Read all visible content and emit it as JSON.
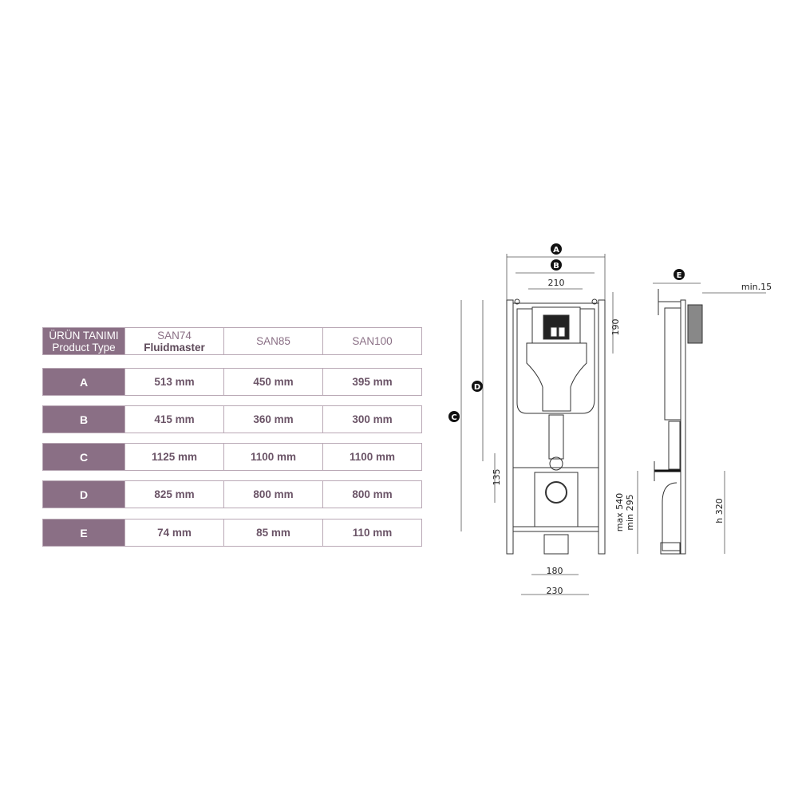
{
  "table": {
    "header": {
      "label_tr": "ÜRÜN TANIMI",
      "label_en": "Product Type",
      "columns": [
        {
          "name": "SAN74",
          "sub": "Fluidmaster"
        },
        {
          "name": "SAN85"
        },
        {
          "name": "SAN100"
        }
      ]
    },
    "rows": [
      {
        "label": "A",
        "values": [
          "513 mm",
          "450 mm",
          "395 mm"
        ]
      },
      {
        "label": "B",
        "values": [
          "415 mm",
          "360 mm",
          "300 mm"
        ]
      },
      {
        "label": "C",
        "values": [
          "1125 mm",
          "1100 mm",
          "1100 mm"
        ]
      },
      {
        "label": "D",
        "values": [
          "825 mm",
          "800 mm",
          "800 mm"
        ]
      },
      {
        "label": "E",
        "values": [
          "74 mm",
          "85 mm",
          "110 mm"
        ]
      }
    ]
  },
  "drawing": {
    "markers": {
      "a": "A",
      "b": "B",
      "c": "C",
      "d": "D",
      "e": "E"
    },
    "dims": {
      "w210": "210",
      "h190": "190",
      "h135": "135",
      "max": "max 540",
      "min": "min 295",
      "w180": "180",
      "w230": "230",
      "min15": "min.15",
      "h320": "h 320"
    }
  },
  "colors": {
    "accent": "#8a6f85"
  }
}
